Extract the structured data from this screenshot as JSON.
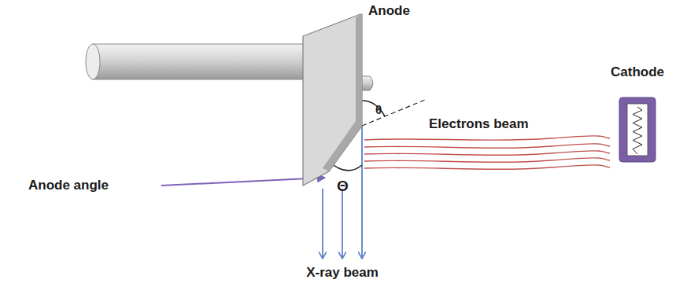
{
  "diagram": {
    "nodes": [
      {
        "text": [
          "Anode"
        ]
      },
      {
        "text": [
          "Cathode"
        ]
      }
    ],
    "labels": [
      "θ",
      "Electrons beam",
      "Anode angle",
      "Θ",
      "X-ray beam"
    ]
  }
}
